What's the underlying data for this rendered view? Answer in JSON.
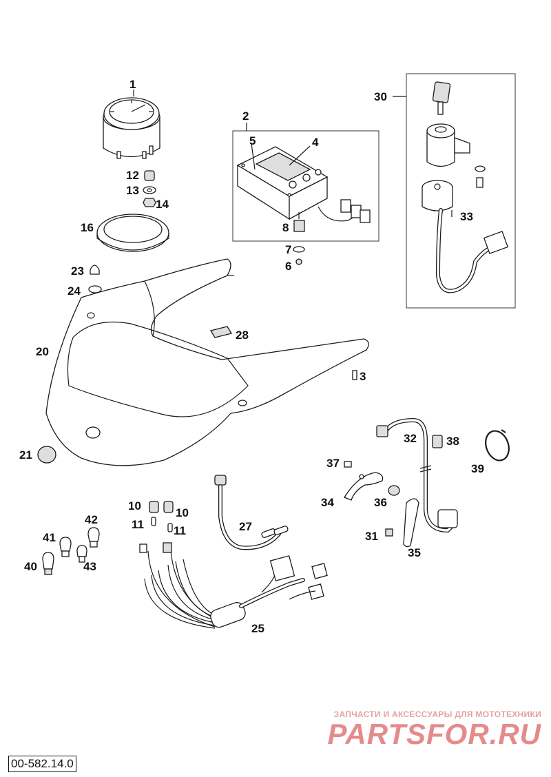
{
  "diagram": {
    "drawing_number": "00-582.14.0",
    "callouts": {
      "c1": "1",
      "c2": "2",
      "c3": "3",
      "c4": "4",
      "c5": "5",
      "c6": "6",
      "c7": "7",
      "c8": "8",
      "c10a": "10",
      "c10b": "10",
      "c11a": "11",
      "c11b": "11",
      "c12": "12",
      "c13": "13",
      "c14": "14",
      "c16": "16",
      "c20": "20",
      "c21": "21",
      "c23": "23",
      "c24": "24",
      "c25": "25",
      "c27": "27",
      "c28": "28",
      "c30": "30",
      "c31": "31",
      "c32": "32",
      "c33": "33",
      "c34": "34",
      "c35": "35",
      "c36": "36",
      "c37": "37",
      "c38": "38",
      "c39": "39",
      "c40": "40",
      "c41": "41",
      "c42": "42",
      "c43": "43"
    }
  },
  "watermark": {
    "tagline": "ЗАПЧАСТИ И АКСЕССУАРЫ ДЛЯ МОТОТЕХНИКИ",
    "logo": "PARTSFOR.RU"
  }
}
